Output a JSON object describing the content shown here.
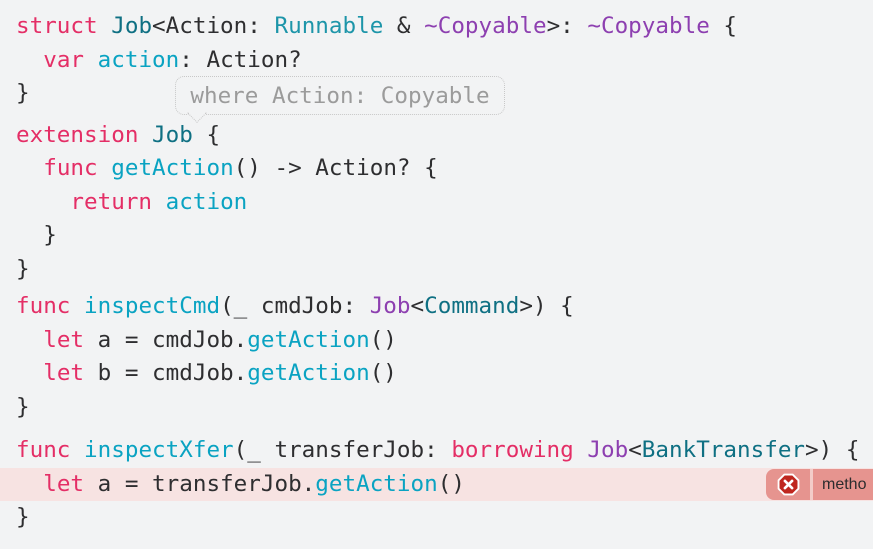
{
  "colors": {
    "background": "#f2f3f4",
    "plain": "#2e2e30",
    "keyword": "#e42e66",
    "typeName": "#0f7083",
    "protocolName": "#1d95a9",
    "memberName": "#0aa3c2",
    "otherType": "#8d3fb0",
    "tooltipText": "#9b9b9b",
    "tooltipBorder": "#c8c8c8",
    "highlight": "#f7e3e2",
    "badgeBg": "#e6948f",
    "badgeDivider": "#f3ccc8",
    "errorRed": "#bf271f",
    "badgeText": "#2c2c2e"
  },
  "tooltip": {
    "text": "where Action: Copyable"
  },
  "error": {
    "icon": "error-octagon-icon",
    "message": "metho"
  },
  "code": {
    "language": "swift",
    "blocks": [
      {
        "lines": [
          {
            "segments": [
              {
                "t": "struct",
                "c": "k"
              },
              {
                "t": " ",
                "c": "p"
              },
              {
                "t": "Job",
                "c": "t"
              },
              {
                "t": "<Action: ",
                "c": "p"
              },
              {
                "t": "Runnable",
                "c": "pr"
              },
              {
                "t": " & ",
                "c": "p"
              },
              {
                "t": "~Copyable",
                "c": "o"
              },
              {
                "t": ">: ",
                "c": "p"
              },
              {
                "t": "~Copyable",
                "c": "o"
              },
              {
                "t": " {",
                "c": "p"
              }
            ]
          },
          {
            "segments": [
              {
                "t": "  ",
                "c": "p"
              },
              {
                "t": "var",
                "c": "k"
              },
              {
                "t": " ",
                "c": "p"
              },
              {
                "t": "action",
                "c": "m"
              },
              {
                "t": ": Action?",
                "c": "p"
              }
            ]
          },
          {
            "segments": [
              {
                "t": "}",
                "c": "p"
              }
            ]
          }
        ]
      },
      {
        "lines": [
          {
            "segments": [
              {
                "t": "extension",
                "c": "k"
              },
              {
                "t": " ",
                "c": "p"
              },
              {
                "t": "Job",
                "c": "t"
              },
              {
                "t": " {",
                "c": "p"
              }
            ]
          },
          {
            "segments": [
              {
                "t": "  ",
                "c": "p"
              },
              {
                "t": "func",
                "c": "k"
              },
              {
                "t": " ",
                "c": "p"
              },
              {
                "t": "getAction",
                "c": "m"
              },
              {
                "t": "() -> Action? {",
                "c": "p"
              }
            ]
          },
          {
            "segments": [
              {
                "t": "    ",
                "c": "p"
              },
              {
                "t": "return",
                "c": "k"
              },
              {
                "t": " ",
                "c": "p"
              },
              {
                "t": "action",
                "c": "m"
              }
            ]
          },
          {
            "segments": [
              {
                "t": "  }",
                "c": "p"
              }
            ]
          },
          {
            "segments": [
              {
                "t": "}",
                "c": "p"
              }
            ]
          }
        ]
      },
      {
        "lines": [
          {
            "segments": [
              {
                "t": "func",
                "c": "k"
              },
              {
                "t": " ",
                "c": "p"
              },
              {
                "t": "inspectCmd",
                "c": "m"
              },
              {
                "t": "(_ cmdJob: ",
                "c": "p"
              },
              {
                "t": "Job",
                "c": "o"
              },
              {
                "t": "<",
                "c": "p"
              },
              {
                "t": "Command",
                "c": "t"
              },
              {
                "t": ">) {",
                "c": "p"
              }
            ]
          },
          {
            "segments": [
              {
                "t": "  ",
                "c": "p"
              },
              {
                "t": "let",
                "c": "k"
              },
              {
                "t": " a = cmdJob.",
                "c": "p"
              },
              {
                "t": "getAction",
                "c": "m"
              },
              {
                "t": "()",
                "c": "p"
              }
            ]
          },
          {
            "segments": [
              {
                "t": "  ",
                "c": "p"
              },
              {
                "t": "let",
                "c": "k"
              },
              {
                "t": " b = cmdJob.",
                "c": "p"
              },
              {
                "t": "getAction",
                "c": "m"
              },
              {
                "t": "()",
                "c": "p"
              }
            ]
          },
          {
            "segments": [
              {
                "t": "}",
                "c": "p"
              }
            ]
          }
        ]
      },
      {
        "lines": [
          {
            "segments": [
              {
                "t": "func",
                "c": "k"
              },
              {
                "t": " ",
                "c": "p"
              },
              {
                "t": "inspectXfer",
                "c": "m"
              },
              {
                "t": "(_ transferJob: ",
                "c": "p"
              },
              {
                "t": "borrowing",
                "c": "k"
              },
              {
                "t": " ",
                "c": "p"
              },
              {
                "t": "Job",
                "c": "o"
              },
              {
                "t": "<",
                "c": "p"
              },
              {
                "t": "BankTransfer",
                "c": "t"
              },
              {
                "t": ">) {",
                "c": "p"
              }
            ]
          },
          {
            "highlight": true,
            "segments": [
              {
                "t": "  ",
                "c": "p"
              },
              {
                "t": "let",
                "c": "k"
              },
              {
                "t": " a = transferJob.",
                "c": "p"
              },
              {
                "t": "getAction",
                "c": "m"
              },
              {
                "t": "()",
                "c": "p"
              }
            ]
          },
          {
            "segments": [
              {
                "t": "}",
                "c": "p"
              }
            ]
          }
        ]
      }
    ]
  }
}
